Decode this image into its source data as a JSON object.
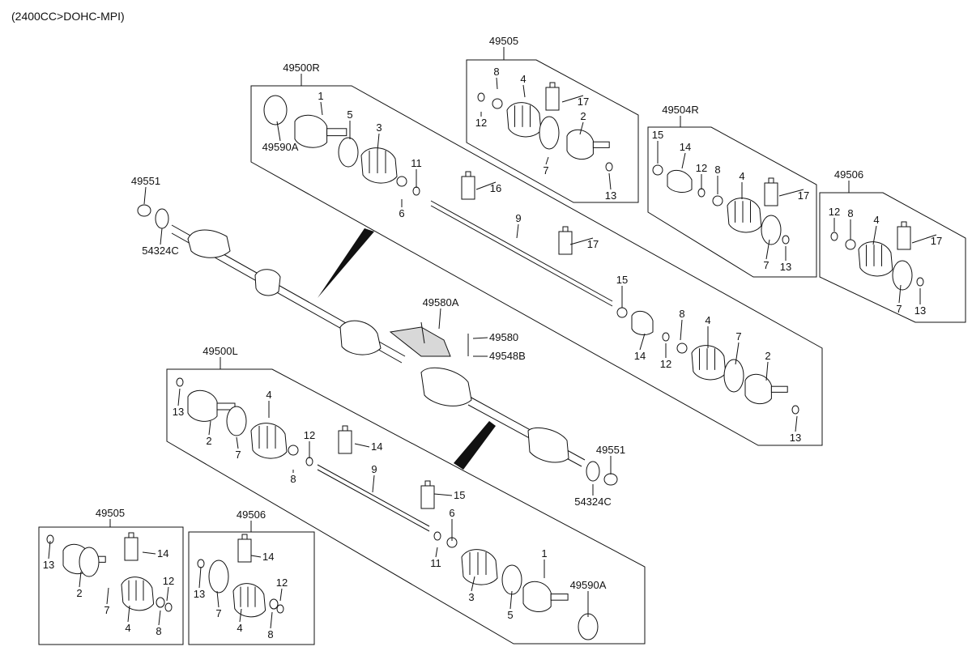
{
  "header": {
    "engine_spec": "(2400CC>DOHC-MPI)"
  },
  "callouts": [
    "49505",
    "8",
    "4",
    "12",
    "17",
    "2",
    "7",
    "13",
    "49500R",
    "1",
    "49590A",
    "5",
    "3",
    "11",
    "6",
    "16",
    "9",
    "17",
    "15",
    "14",
    "12",
    "8",
    "4",
    "7",
    "2",
    "13",
    "49504R",
    "15",
    "14",
    "12",
    "8",
    "4",
    "17",
    "7",
    "13",
    "49506",
    "12",
    "8",
    "4",
    "17",
    "7",
    "13",
    "49551",
    "54324C",
    "49580A",
    "49580",
    "49548B",
    "49500L",
    "13",
    "2",
    "7",
    "4",
    "12",
    "8",
    "14",
    "9",
    "15",
    "6",
    "11",
    "3",
    "5",
    "1",
    "49590A",
    "49551",
    "54324C",
    "49505",
    "13",
    "2",
    "7",
    "14",
    "4",
    "12",
    "8",
    "49506",
    "13",
    "7",
    "14",
    "4",
    "12",
    "8"
  ],
  "icons": {
    "joint": "cv-joint-icon",
    "boot": "boot-icon",
    "grease": "grease-tube-icon",
    "ring": "ring-icon",
    "clip": "clip-icon"
  },
  "colors": {
    "line": "#111111",
    "fill": "#ffffff",
    "shade": "#d8d8d8"
  }
}
